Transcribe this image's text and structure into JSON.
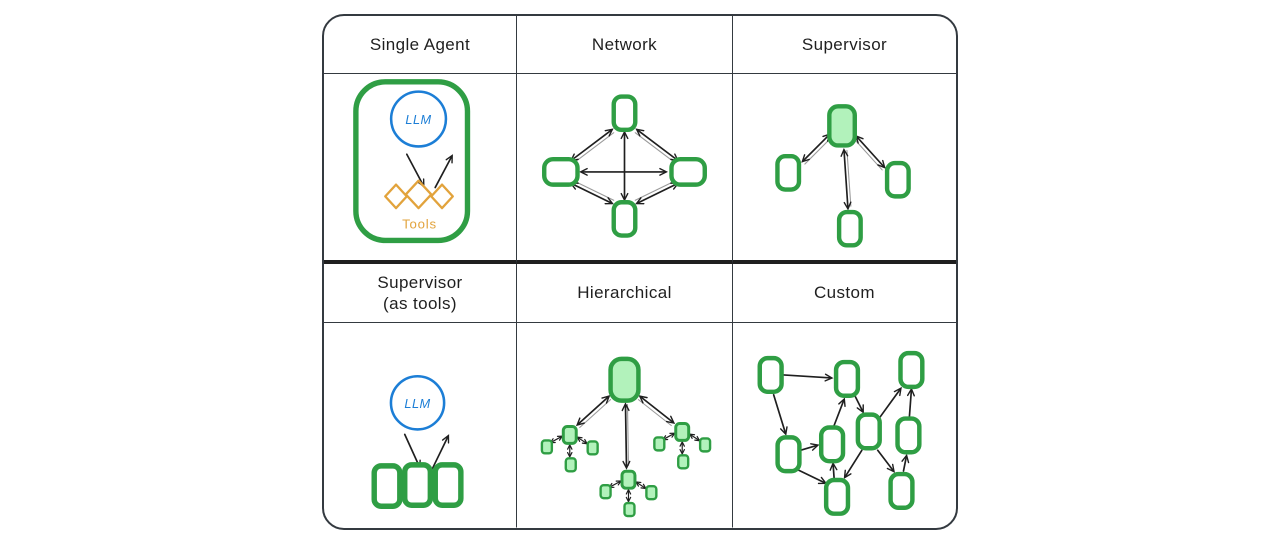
{
  "cells": [
    {
      "id": "single-agent",
      "label": "Single Agent"
    },
    {
      "id": "network",
      "label": "Network"
    },
    {
      "id": "supervisor",
      "label": "Supervisor"
    },
    {
      "id": "supervisor-as-tools",
      "label": "Supervisor",
      "sublabel": "(as tools)"
    },
    {
      "id": "hierarchical",
      "label": "Hierarchical"
    },
    {
      "id": "custom",
      "label": "Custom"
    }
  ],
  "labels": {
    "llm": "LLM",
    "tools": "Tools"
  },
  "colors": {
    "green": "#2f9e44",
    "green_fill": "#b2f2bb",
    "blue": "#1c7ed6",
    "orange": "#e2a33c",
    "ink": "#1f1f1f",
    "border": "#343a40",
    "background": "#ffffff"
  }
}
